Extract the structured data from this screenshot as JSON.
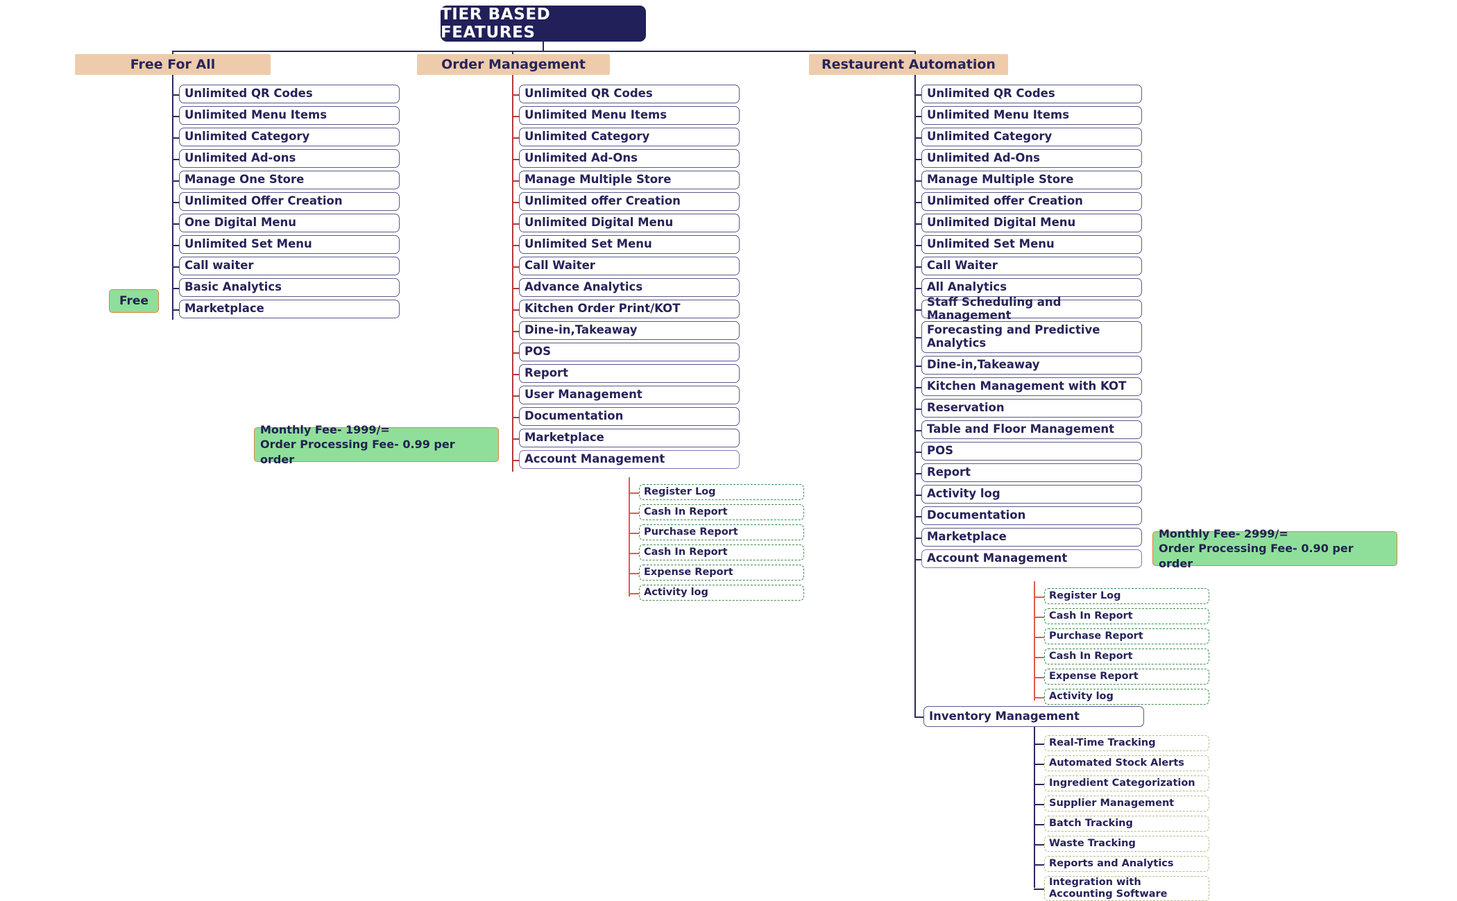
{
  "root": {
    "title": "TIER BASED FEATURES"
  },
  "colors": {
    "root_bg": "#212059",
    "tier_header_bg": "#eecbab",
    "text_navy": "#262359",
    "box_border": "#5a5a8c",
    "accent_border": "#8b6fb8",
    "sub_border_green": "#3e8c4e",
    "sub_border_olive": "#b9bb86",
    "badge_bg": "#8fdf9b",
    "badge_border": "#e0823c",
    "connector_navy": "#2b2a5e",
    "connector_red": "#b33a3a"
  },
  "tiers": [
    {
      "id": "free-for-all",
      "header": "Free For All",
      "badge": "Free",
      "features": [
        "Unlimited QR Codes",
        "Unlimited Menu Items",
        "Unlimited Category",
        "Unlimited Ad-ons",
        "Manage One Store",
        "Unlimited Offer Creation",
        "One Digital Menu",
        "Unlimited Set Menu",
        "Call waiter",
        "Basic Analytics",
        "Marketplace"
      ]
    },
    {
      "id": "order-management",
      "header": "Order Management",
      "badge": "Monthly Fee- 1999/=\nOrder Processing Fee- 0.99 per order",
      "features": [
        "Unlimited QR Codes",
        "Unlimited Menu Items",
        "Unlimited Category",
        "Unlimited Ad-Ons",
        "Manage Multiple Store",
        "Unlimited offer Creation",
        "Unlimited Digital Menu",
        "Unlimited Set Menu",
        "Call Waiter",
        "Advance Analytics",
        "Kitchen Order Print/KOT",
        "Dine-in,Takeaway",
        "POS",
        "Report",
        "User Management",
        "Documentation",
        "Marketplace",
        "Account Management"
      ],
      "account_management_children": [
        "Register Log",
        "Cash In Report",
        "Purchase Report",
        "Cash In Report",
        "Expense Report",
        "Activity log"
      ]
    },
    {
      "id": "restaurant-automation",
      "header": "Restaurent Automation",
      "badge": "Monthly Fee- 2999/=\nOrder Processing Fee- 0.90 per order",
      "features": [
        "Unlimited QR Codes",
        "Unlimited Menu Items",
        "Unlimited Category",
        "Unlimited Ad-Ons",
        "Manage Multiple Store",
        "Unlimited offer Creation",
        "Unlimited Digital Menu",
        "Unlimited Set Menu",
        "Call Waiter",
        "All Analytics",
        "Staff Scheduling and Management",
        "Forecasting and Predictive Analytics",
        "Dine-in,Takeaway",
        "Kitchen Management with KOT",
        "Reservation",
        "Table and Floor Management",
        "POS",
        "Report",
        "Activity log",
        "Documentation",
        "Marketplace",
        "Account Management"
      ],
      "account_management_children": [
        "Register Log",
        "Cash In Report",
        "Purchase Report",
        "Cash In Report",
        "Expense Report",
        "Activity log"
      ],
      "inventory_management": {
        "label": "Inventory Management",
        "children": [
          "Real-Time Tracking",
          "Automated Stock Alerts",
          "Ingredient Categorization",
          "Supplier Management",
          "Batch Tracking",
          "Waste Tracking",
          "Reports and Analytics",
          "Integration with Accounting Software"
        ]
      }
    }
  ]
}
